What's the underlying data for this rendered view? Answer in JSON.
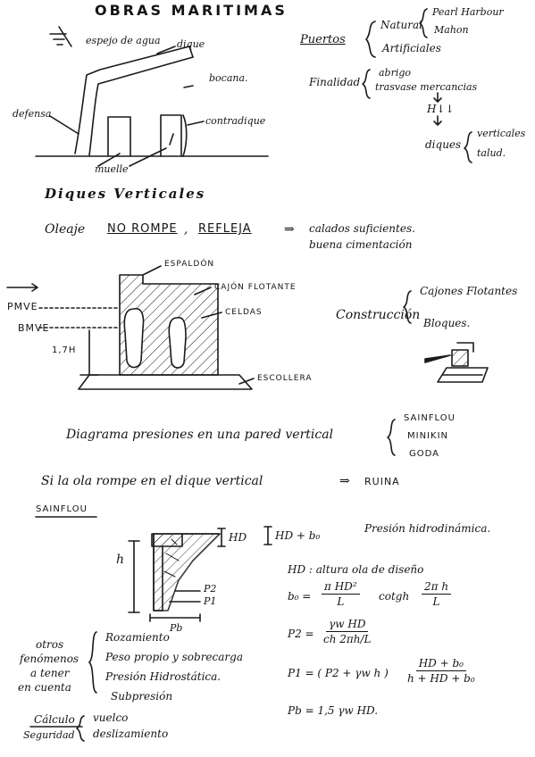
{
  "title": "OBRAS MARITIMAS",
  "fig1": {
    "espejo": "espejo de agua",
    "dique": "dique",
    "bocana": "bocana.",
    "defensa": "defensa",
    "contradique": "contradique",
    "muelle": "muelle"
  },
  "puertos": {
    "label": "Puertos",
    "natural": "Natural",
    "natural_ex1": "Pearl Harbour",
    "natural_ex2": "Mahon",
    "artificial": "Artificiales",
    "finalidad": "Finalidad",
    "abrigo": "abrigo",
    "trasvase": "trasvase mercancias",
    "hwaves": "H↓↓",
    "diques": "diques",
    "verticales": "verticales",
    "talud": "talud."
  },
  "diques_verticales": {
    "heading": "Diques Verticales",
    "oleaje": "Oleaje",
    "no_rompe": "NO ROMPE",
    "comma": ",",
    "refleja": "REFLEJA",
    "arrow": "⇒",
    "calados": "calados suficientes.",
    "cimentacion": "buena cimentación"
  },
  "fig2": {
    "espaldon": "ESPALDÓN",
    "cajon": "CAJÓN FLOTANTE",
    "celdas": "CELDAS",
    "pmve": "PMVE",
    "bmve": "BMVE",
    "h17": "1,7H",
    "escollera": "ESCOLLERA",
    "construccion": "Construcción",
    "cajones": "Cajones Flotantes",
    "bloques": "Bloques."
  },
  "diagrama": {
    "text": "Diagrama presiones en una pared vertical",
    "m1": "SAINFLOU",
    "m2": "MINIKIN",
    "m3": "GODA"
  },
  "ruina": {
    "text": "Si la ola rompe en el dique vertical",
    "arrow": "⇒",
    "word": "RUINA"
  },
  "sainflou": {
    "label": "SAINFLOU",
    "hd": "HD",
    "hd_b0": "HD + b₀",
    "presion": "Presión hidrodinámica.",
    "h": "h",
    "p2": "P2",
    "p1": "P1",
    "pb": "Pb",
    "hd_def": "HD : altura ola de diseño",
    "b0_lhs": "b₀ =",
    "b0_num": "π HD²",
    "b0_den": "L",
    "b0_coth": "cotgh",
    "b0_coth_num": "2π h",
    "b0_coth_den": "L",
    "p2_lhs": "P2 =",
    "p2_num": "γw HD",
    "p2_den": "ch 2πh/L",
    "p1_lhs": "P1 = ( P2 + γw h )",
    "p1_num": "HD + b₀",
    "p1_den": "h + HD + b₀",
    "pb_eq": "Pb = 1,5 γw HD."
  },
  "otros": {
    "l1": "otros",
    "l2": "fenómenos",
    "l3": "a tener",
    "l4": "en cuenta",
    "items": [
      "Rozamiento",
      "Peso propio y sobrecarga",
      "Presión Hidrostática.",
      "Subpresión"
    ],
    "calculo": "Cálculo",
    "seguridad": "Seguridad",
    "vuelco": "vuelco",
    "deslizamiento": "deslizamiento"
  }
}
